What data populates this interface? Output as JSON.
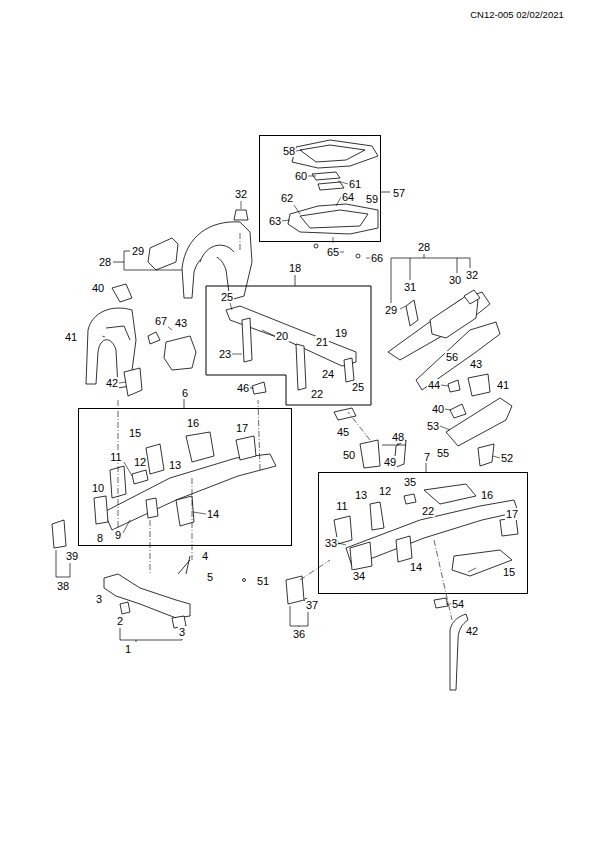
{
  "diagram": {
    "nodes": [
      {
        "text": [
          "57"
        ]
      },
      {
        "text": [
          "18"
        ]
      },
      {
        "text": [
          "6"
        ]
      },
      {
        "text": [
          "7"
        ]
      }
    ],
    "labels": [
      "CN12-005  02/02/2021",
      "58",
      "60",
      "61",
      "62",
      "64",
      "59",
      "63",
      "65",
      "66",
      "32",
      "29",
      "28",
      "40",
      "67",
      "43",
      "41",
      "42",
      "25",
      "20",
      "19",
      "21",
      "23",
      "24",
      "22",
      "25",
      "46",
      "28",
      "31",
      "30",
      "32",
      "29",
      "56",
      "43",
      "44",
      "41",
      "40",
      "53",
      "55",
      "52",
      "45",
      "48",
      "49",
      "50",
      "16",
      "15",
      "17",
      "11",
      "12",
      "13",
      "10",
      "14",
      "9",
      "8",
      "35",
      "12",
      "13",
      "16",
      "11",
      "22",
      "17",
      "33",
      "14",
      "34",
      "15",
      "39",
      "38",
      "4",
      "5",
      "51",
      "3",
      "2",
      "3",
      "1",
      "37",
      "36",
      "54",
      "42"
    ]
  }
}
